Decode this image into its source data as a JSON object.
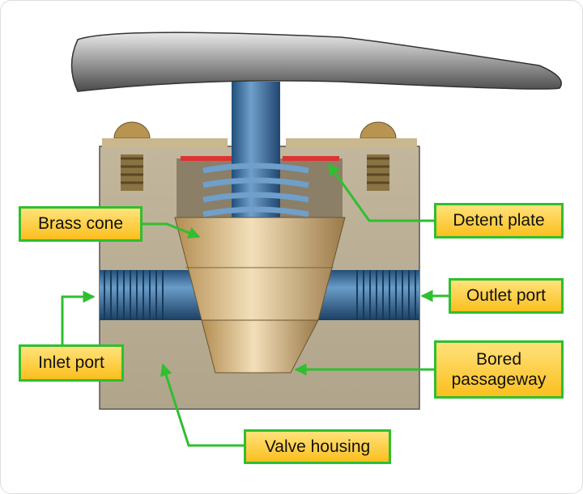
{
  "title": "Selector valve cutaway",
  "labels": {
    "brass_cone": "Brass cone",
    "detent_plate": "Detent plate",
    "outlet_port": "Outlet port",
    "inlet_port": "Inlet port",
    "bored_passageway": "Bored passageway",
    "valve_housing": "Valve housing"
  },
  "colors": {
    "label_border": "#2fbf2f",
    "label_fill": "#fbc52a",
    "housing": "#b9ad94",
    "pipe": "#2d5f8a"
  }
}
